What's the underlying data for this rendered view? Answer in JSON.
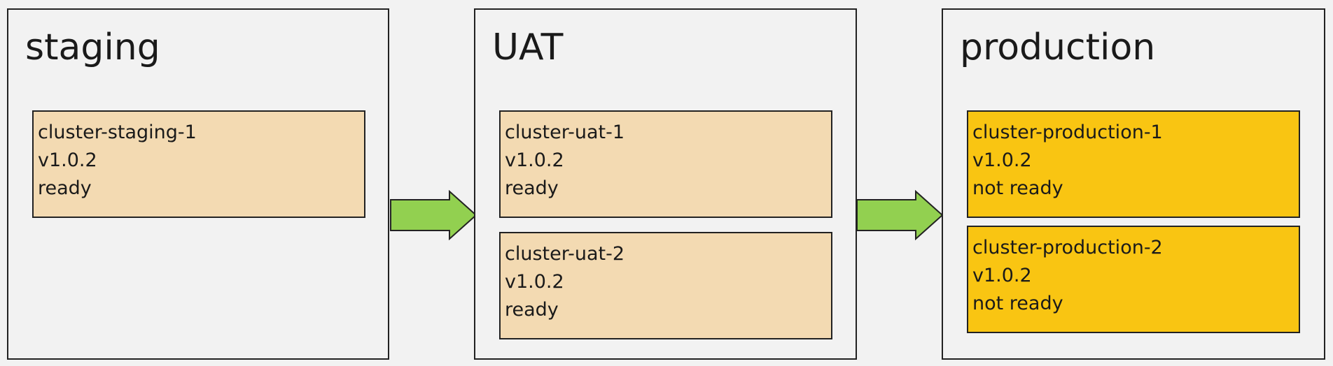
{
  "colors": {
    "background": "#f2f2f2",
    "border": "#222222",
    "cluster_ready": "#f3dab2",
    "cluster_not_ready": "#f9c512",
    "arrow_fill": "#92d050"
  },
  "environments": [
    {
      "title": "staging",
      "clusters": [
        {
          "name": "cluster-staging-1",
          "version": "v1.0.2",
          "status": "ready"
        }
      ]
    },
    {
      "title": "UAT",
      "clusters": [
        {
          "name": "cluster-uat-1",
          "version": "v1.0.2",
          "status": "ready"
        },
        {
          "name": "cluster-uat-2",
          "version": "v1.0.2",
          "status": "ready"
        }
      ]
    },
    {
      "title": "production",
      "clusters": [
        {
          "name": "cluster-production-1",
          "version": "v1.0.2",
          "status": "not ready"
        },
        {
          "name": "cluster-production-2",
          "version": "v1.0.2",
          "status": "not ready"
        }
      ]
    }
  ]
}
